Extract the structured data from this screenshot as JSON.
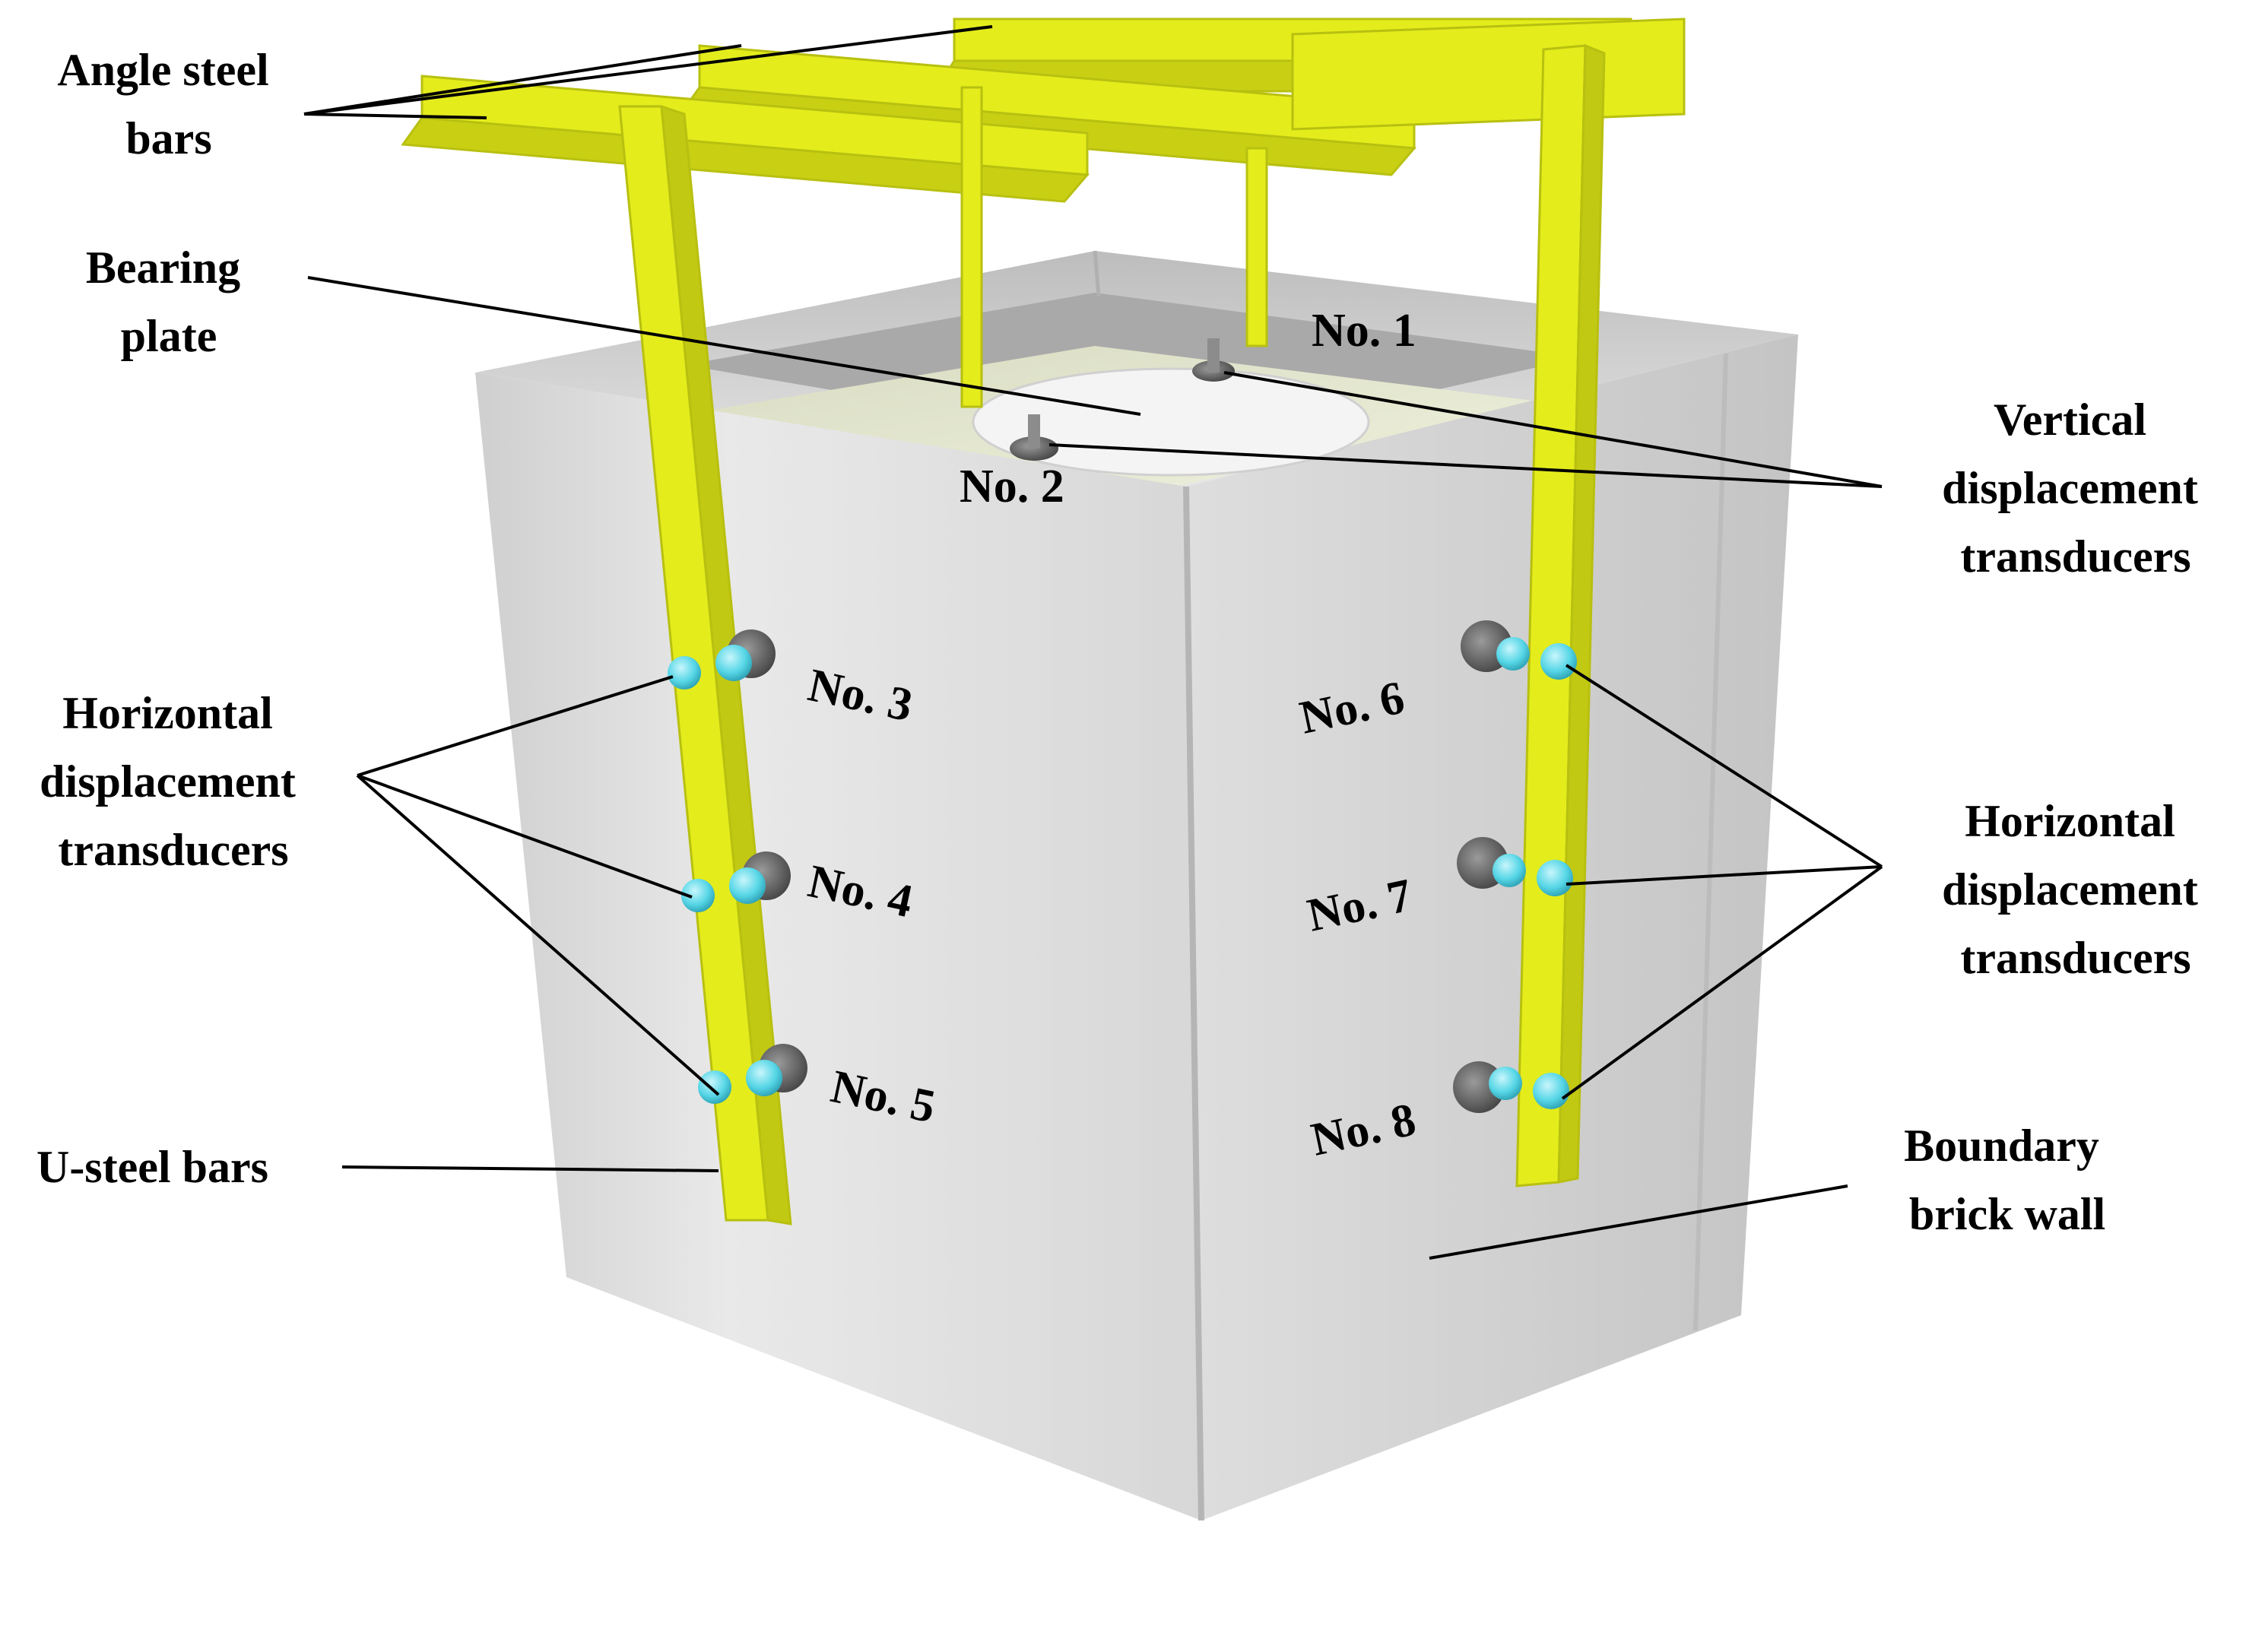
{
  "labels": {
    "angle_steel": [
      "Angle steel",
      "bars"
    ],
    "bearing_plate": [
      "Bearing",
      "plate"
    ],
    "vertical_transducers": [
      "Vertical",
      "displacement",
      "transducers"
    ],
    "horizontal_transducers_left": [
      "Horizontal",
      "displacement",
      "transducers"
    ],
    "horizontal_transducers_right": [
      "Horizontal",
      "displacement",
      "transducers"
    ],
    "u_steel": "U-steel bars",
    "boundary_wall": [
      "Boundary",
      "brick wall"
    ]
  },
  "transducers": {
    "no1": "No. 1",
    "no2": "No. 2",
    "no3": "No. 3",
    "no4": "No. 4",
    "no5": "No. 5",
    "no6": "No. 6",
    "no7": "No. 7",
    "no8": "No. 8"
  },
  "colors": {
    "steel_yellow": "#e4ec1c",
    "steel_yellow_dark": "#b8c010",
    "wall_gray": "#dcdcdc",
    "transducer_cyan": "#56d6e6",
    "sensor_dark": "#5a5a5a"
  }
}
